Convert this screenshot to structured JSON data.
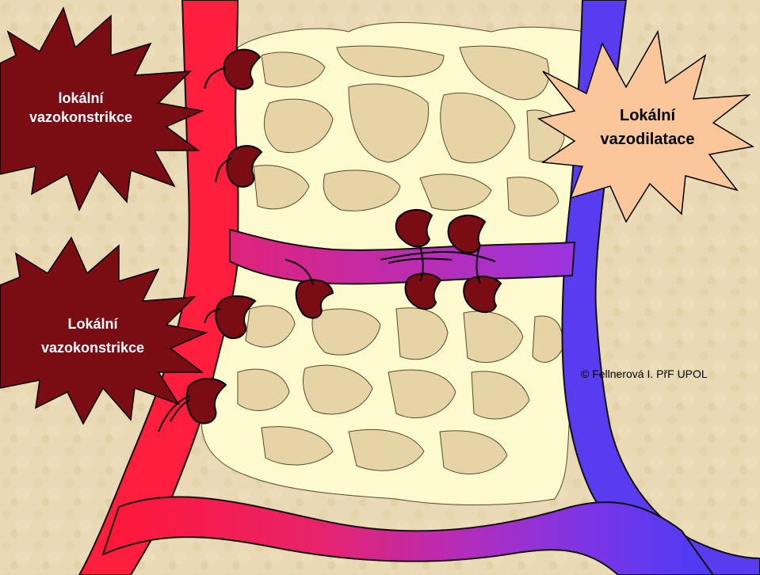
{
  "labels": {
    "top_left": [
      "lokální",
      "vazokonstrikce"
    ],
    "bottom_left": [
      "Lokální",
      "vazokonstrikce"
    ],
    "top_right": [
      "Lokální",
      "vazodilatace"
    ]
  },
  "credit": "© Fellnerová I. PřF UPOL",
  "colors": {
    "background": "#e9d9b4",
    "capillary_bed": "#fdfacd",
    "artery": "#ff1e3c",
    "vein": "#5a3cf0",
    "sphincter": "#7a0c14",
    "constriction_burst": "#7a0c14",
    "dilation_burst": "#fbc79a"
  }
}
